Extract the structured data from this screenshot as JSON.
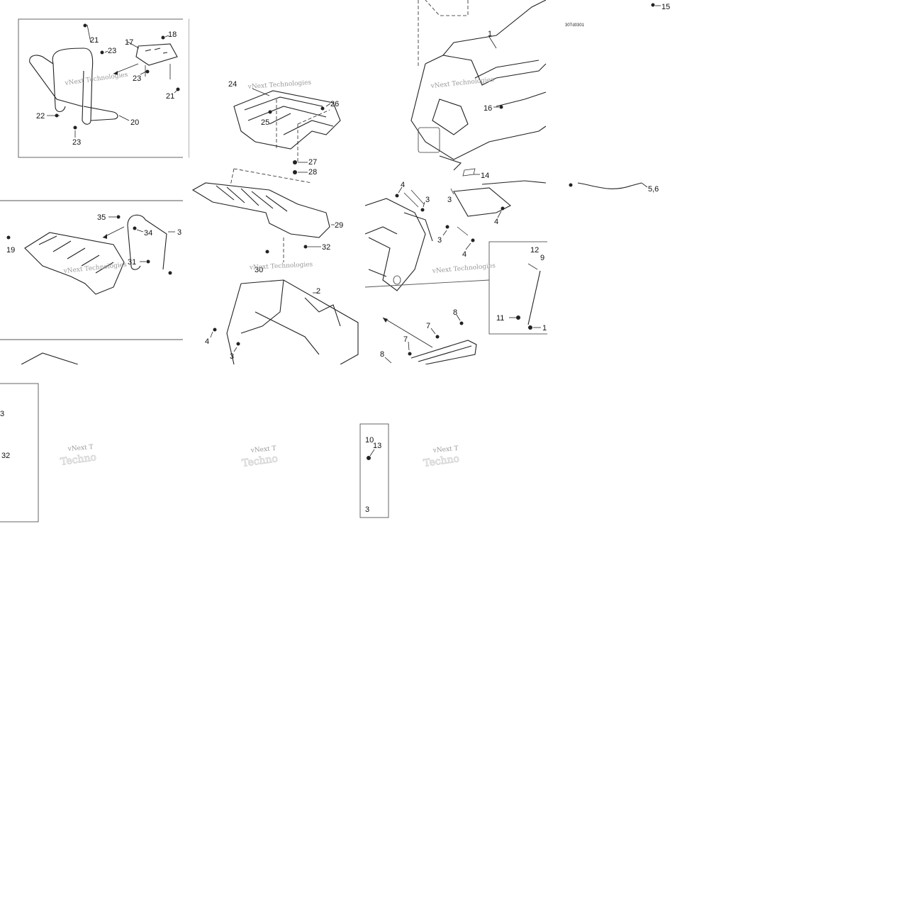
{
  "diagram_code": "30Td0301",
  "watermark": {
    "line1": "vNext Technologies",
    "line2": "Techno",
    "partial_line1": "vNext T"
  },
  "callouts": {
    "c1": "1",
    "c2": "2",
    "c3": "3",
    "c4": "4",
    "c5_6": "5,6",
    "c7": "7",
    "c8": "8",
    "c9": "9",
    "c10": "10",
    "c11": "11",
    "c12": "12",
    "c13": "13",
    "c14": "14",
    "c15": "15",
    "c16": "16",
    "c17": "17",
    "c18": "18",
    "c19": "19",
    "c20": "20",
    "c21": "21",
    "c22": "22",
    "c23": "23",
    "c24": "24",
    "c25": "25",
    "c26": "26",
    "c27": "27",
    "c28": "28",
    "c29": "29",
    "c30": "30",
    "c31": "31",
    "c32": "32",
    "c34": "34",
    "c35": "35"
  },
  "colors": {
    "line": "#222222",
    "frame": "#555555",
    "watermark": "#999999"
  }
}
